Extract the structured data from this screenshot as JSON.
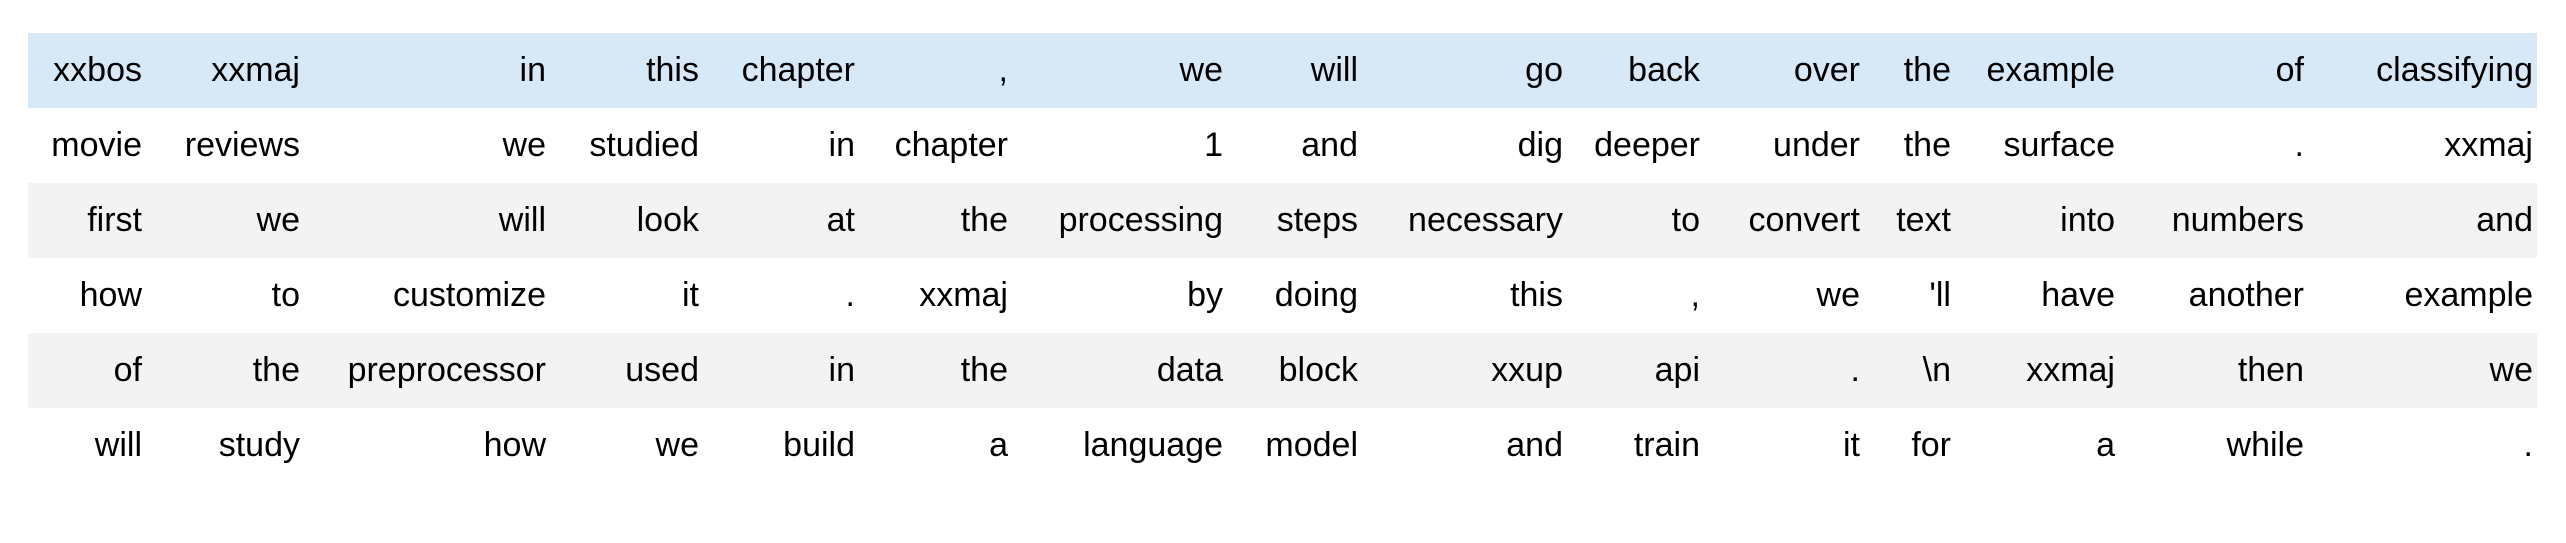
{
  "table": {
    "description_label": "tokenized-text-batch",
    "highlight_row_index": 0,
    "colors": {
      "highlight_row_bg": "#d7e8f7",
      "stripe_row_bg": "#f3f3f3",
      "row_bg": "#ffffff",
      "text": "#000000"
    },
    "rows": [
      [
        "xxbos",
        "xxmaj",
        "in",
        "this",
        "chapter",
        ",",
        "we",
        "will",
        "go",
        "back",
        "over",
        "the",
        "example",
        "of",
        "classifying"
      ],
      [
        "movie",
        "reviews",
        "we",
        "studied",
        "in",
        "chapter",
        "1",
        "and",
        "dig",
        "deeper",
        "under",
        "the",
        "surface",
        ".",
        "xxmaj"
      ],
      [
        "first",
        "we",
        "will",
        "look",
        "at",
        "the",
        "processing",
        "steps",
        "necessary",
        "to",
        "convert",
        "text",
        "into",
        "numbers",
        "and"
      ],
      [
        "how",
        "to",
        "customize",
        "it",
        ".",
        "xxmaj",
        "by",
        "doing",
        "this",
        ",",
        "we",
        "'ll",
        "have",
        "another",
        "example"
      ],
      [
        "of",
        "the",
        "preprocessor",
        "used",
        "in",
        "the",
        "data",
        "block",
        "xxup",
        "api",
        ".",
        "\\n",
        "xxmaj",
        "then",
        "we"
      ],
      [
        "will",
        "study",
        "how",
        "we",
        "build",
        "a",
        "language",
        "model",
        "and",
        "train",
        "it",
        "for",
        "a",
        "while",
        "."
      ]
    ]
  }
}
